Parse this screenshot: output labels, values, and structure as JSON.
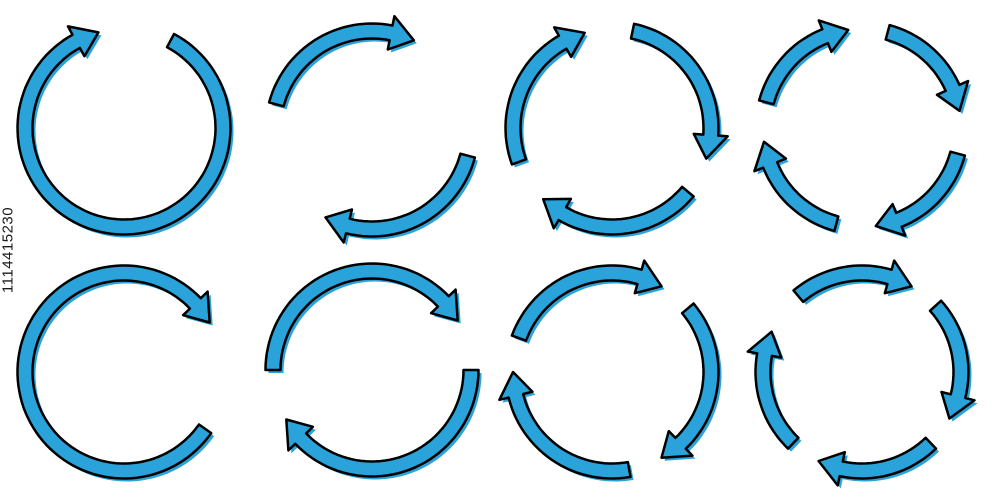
{
  "stock_id_label": "1114415230",
  "style": {
    "fill_color": "#2aa3db",
    "outline_color": "#000000"
  },
  "icons": [
    {
      "name": "refresh-one-arrow-icon",
      "arrows": 1,
      "row": 1
    },
    {
      "name": "refresh-two-arrows-icon",
      "arrows": 2,
      "row": 1
    },
    {
      "name": "refresh-three-arrows-icon",
      "arrows": 3,
      "row": 1
    },
    {
      "name": "refresh-four-arrows-icon",
      "arrows": 4,
      "row": 1
    },
    {
      "name": "cycle-one-arrow-icon",
      "arrows": 1,
      "row": 2
    },
    {
      "name": "cycle-two-arrows-icon",
      "arrows": 2,
      "row": 2
    },
    {
      "name": "cycle-three-arrows-icon",
      "arrows": 3,
      "row": 2
    },
    {
      "name": "cycle-four-arrows-icon",
      "arrows": 4,
      "row": 2
    }
  ]
}
